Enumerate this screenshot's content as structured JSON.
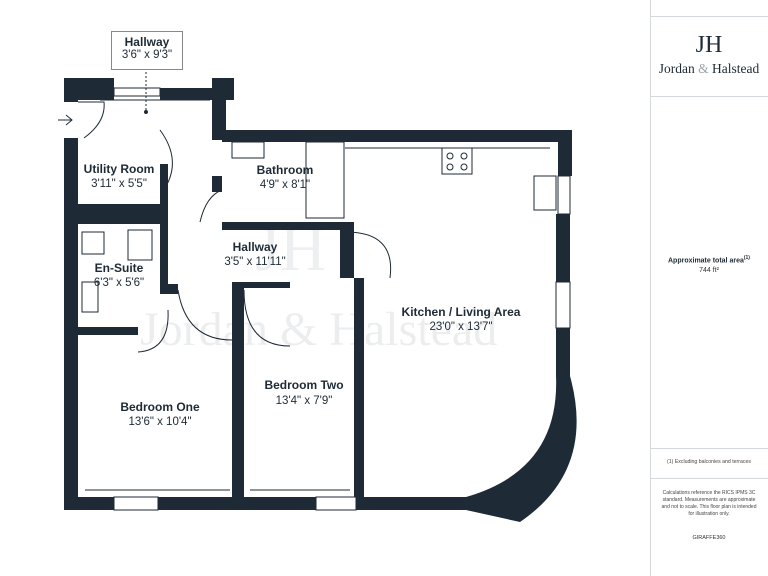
{
  "brand": {
    "mark": "JH",
    "name_first": "Jordan",
    "amp": "&",
    "name_last": "Halstead"
  },
  "watermark": {
    "mark": "JH",
    "text": "Jordan & Halstead"
  },
  "area": {
    "label": "Approximate total area",
    "sup": "(1)",
    "value": "744 ft²"
  },
  "footnotes": {
    "exclusion": "(1) Excluding balconies and terraces",
    "disclaimer": "Calculations reference the RICS IPMS 3C standard. Measurements are approximate and not to scale. This floor plan is intended for illustration only.",
    "credit": "GIRAFFE360"
  },
  "rooms": {
    "hallway_top": {
      "name": "Hallway",
      "dims": "3'6\" x 9'3\""
    },
    "utility": {
      "name": "Utility Room",
      "dims": "3'11\" x 5'5\""
    },
    "bathroom": {
      "name": "Bathroom",
      "dims": "4'9\" x 8'1\""
    },
    "hallway_mid": {
      "name": "Hallway",
      "dims": "3'5\" x 11'11\""
    },
    "ensuite": {
      "name": "En-Suite",
      "dims": "6'3\" x 5'6\""
    },
    "kitchen": {
      "name": "Kitchen / Living Area",
      "dims": "23'0\" x 13'7\""
    },
    "bed2": {
      "name": "Bedroom Two",
      "dims": "13'4\" x 7'9\""
    },
    "bed1": {
      "name": "Bedroom One",
      "dims": "13'6\" x 10'4\""
    }
  }
}
